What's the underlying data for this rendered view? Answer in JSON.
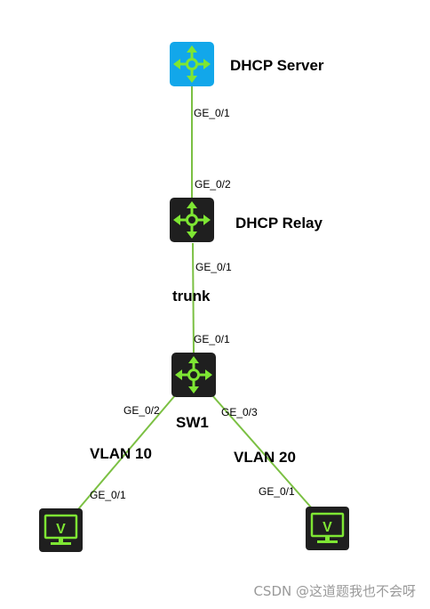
{
  "colors": {
    "link": "#7bc043",
    "router_blue": "#12a7ea",
    "device_dark": "#1f1f1f",
    "accent_green": "#7ee633",
    "watermark": "#9a9a9a"
  },
  "nodes": {
    "dhcp_server": {
      "label": "DHCP Server",
      "icon": "router-icon"
    },
    "dhcp_relay": {
      "label": "DHCP Relay",
      "icon": "router-icon"
    },
    "sw1": {
      "label": "SW1",
      "icon": "switch-icon"
    },
    "pc_left": {
      "label": "",
      "icon": "monitor-icon",
      "glyph": "V"
    },
    "pc_right": {
      "label": "",
      "icon": "monitor-icon",
      "glyph": "V"
    }
  },
  "ports": {
    "server_ge01": "GE_0/1",
    "relay_ge02": "GE_0/2",
    "relay_ge01": "GE_0/1",
    "sw1_ge01": "GE_0/1",
    "sw1_ge02": "GE_0/2",
    "sw1_ge03": "GE_0/3",
    "pc_left_ge01": "GE_0/1",
    "pc_right_ge01": "GE_0/1"
  },
  "link_labels": {
    "trunk": "trunk",
    "vlan10": "VLAN 10",
    "vlan20": "VLAN 20"
  },
  "watermark": "CSDN @这道题我也不会呀"
}
